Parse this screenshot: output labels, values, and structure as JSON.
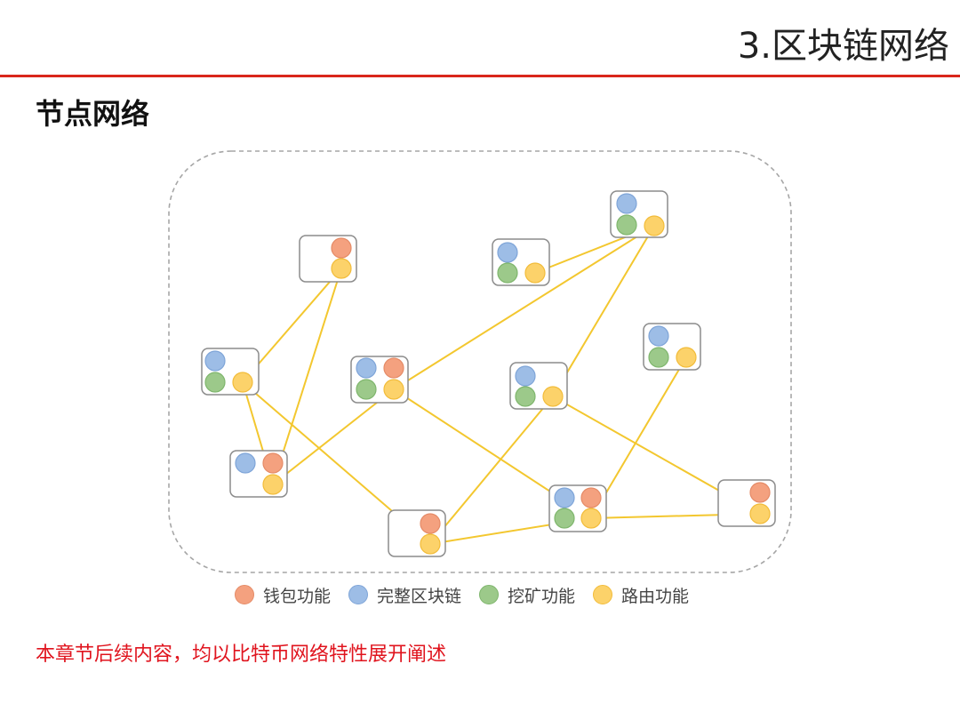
{
  "header": {
    "title": "3.区块链网络"
  },
  "section": {
    "title": "节点网络"
  },
  "colors": {
    "accent_rule": "#d9261c",
    "wallet": "#f4a17f",
    "full_blockchain": "#9dbde6",
    "mining": "#9cc98a",
    "routing": "#fcd26a",
    "link": "#f3c72f",
    "footer_text": "#e0141e"
  },
  "nodes": [
    {
      "id": "n1",
      "functions": [
        "wallet",
        "routing"
      ]
    },
    {
      "id": "n2",
      "functions": [
        "full_blockchain",
        "mining",
        "routing"
      ]
    },
    {
      "id": "n3",
      "functions": [
        "full_blockchain",
        "mining",
        "routing"
      ]
    },
    {
      "id": "n4",
      "functions": [
        "full_blockchain",
        "mining",
        "routing"
      ]
    },
    {
      "id": "n5",
      "functions": [
        "full_blockchain",
        "wallet",
        "mining",
        "routing"
      ]
    },
    {
      "id": "n6",
      "functions": [
        "full_blockchain",
        "mining",
        "routing"
      ]
    },
    {
      "id": "n7",
      "functions": [
        "full_blockchain",
        "mining",
        "routing"
      ]
    },
    {
      "id": "n8",
      "functions": [
        "full_blockchain",
        "wallet",
        "routing"
      ]
    },
    {
      "id": "n9",
      "functions": [
        "full_blockchain",
        "wallet",
        "mining",
        "routing"
      ]
    },
    {
      "id": "n10",
      "functions": [
        "wallet",
        "routing"
      ]
    },
    {
      "id": "n11",
      "functions": [
        "wallet",
        "routing"
      ]
    }
  ],
  "links": [
    [
      "n1",
      "n4"
    ],
    [
      "n1",
      "n8"
    ],
    [
      "n4",
      "n8"
    ],
    [
      "n4",
      "n10"
    ],
    [
      "n8",
      "n5"
    ],
    [
      "n5",
      "n2"
    ],
    [
      "n5",
      "n9"
    ],
    [
      "n3",
      "n2"
    ],
    [
      "n2",
      "n6"
    ],
    [
      "n6",
      "n10"
    ],
    [
      "n6",
      "n11"
    ],
    [
      "n10",
      "n9"
    ],
    [
      "n7",
      "n9"
    ],
    [
      "n9",
      "n11"
    ]
  ],
  "legend": [
    {
      "key": "wallet",
      "label": "钱包功能"
    },
    {
      "key": "full_blockchain",
      "label": "完整区块链"
    },
    {
      "key": "mining",
      "label": "挖矿功能"
    },
    {
      "key": "routing",
      "label": "路由功能"
    }
  ],
  "footer": {
    "note": "本章节后续内容，均以比特币网络特性展开阐述"
  }
}
